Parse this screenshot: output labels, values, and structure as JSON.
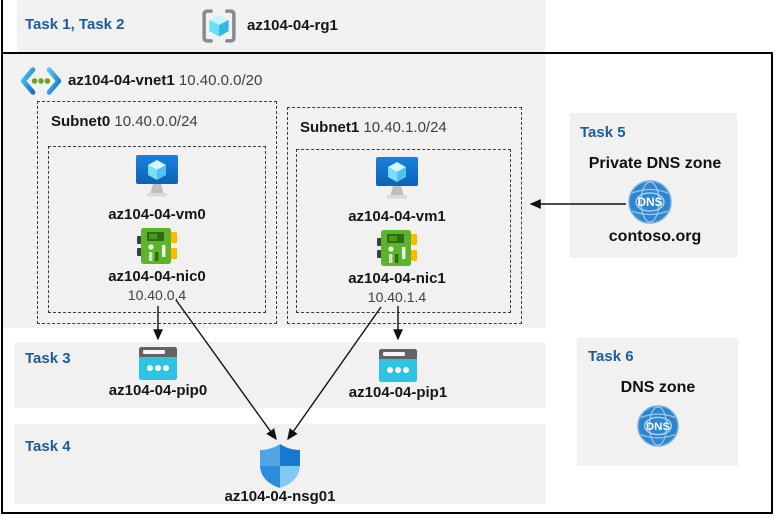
{
  "banner": {
    "tasks": "Task 1, Task 2",
    "resource_group": "az104-04-rg1"
  },
  "vnet": {
    "name": "az104-04-vnet1",
    "cidr": "10.40.0.0/20"
  },
  "subnets": [
    {
      "name": "Subnet0",
      "cidr": "10.40.0.0/24",
      "vm": "az104-04-vm0",
      "nic": "az104-04-nic0",
      "nic_ip": "10.40.0.4"
    },
    {
      "name": "Subnet1",
      "cidr": "10.40.1.0/24",
      "vm": "az104-04-vm1",
      "nic": "az104-04-nic1",
      "nic_ip": "10.40.1.4"
    }
  ],
  "task3": {
    "label": "Task 3",
    "pip0": "az104-04-pip0",
    "pip1": "az104-04-pip1"
  },
  "task4": {
    "label": "Task 4",
    "nsg": "az104-04-nsg01"
  },
  "task5": {
    "label": "Task 5",
    "title": "Private DNS zone",
    "zone_name": "contoso.org",
    "dns_icon_text": "DNS"
  },
  "task6": {
    "label": "Task 6",
    "title": "DNS zone",
    "dns_icon_text": "DNS"
  },
  "colors": {
    "task_heading": "#1c5c99",
    "panel_gray": "#f1f1f1",
    "arrow": "#111111",
    "vm_blue": "#1173c4",
    "nic_green": "#5db32e",
    "pip_cyan": "#2cc3e4",
    "dns_blue": "#2e86d0"
  }
}
